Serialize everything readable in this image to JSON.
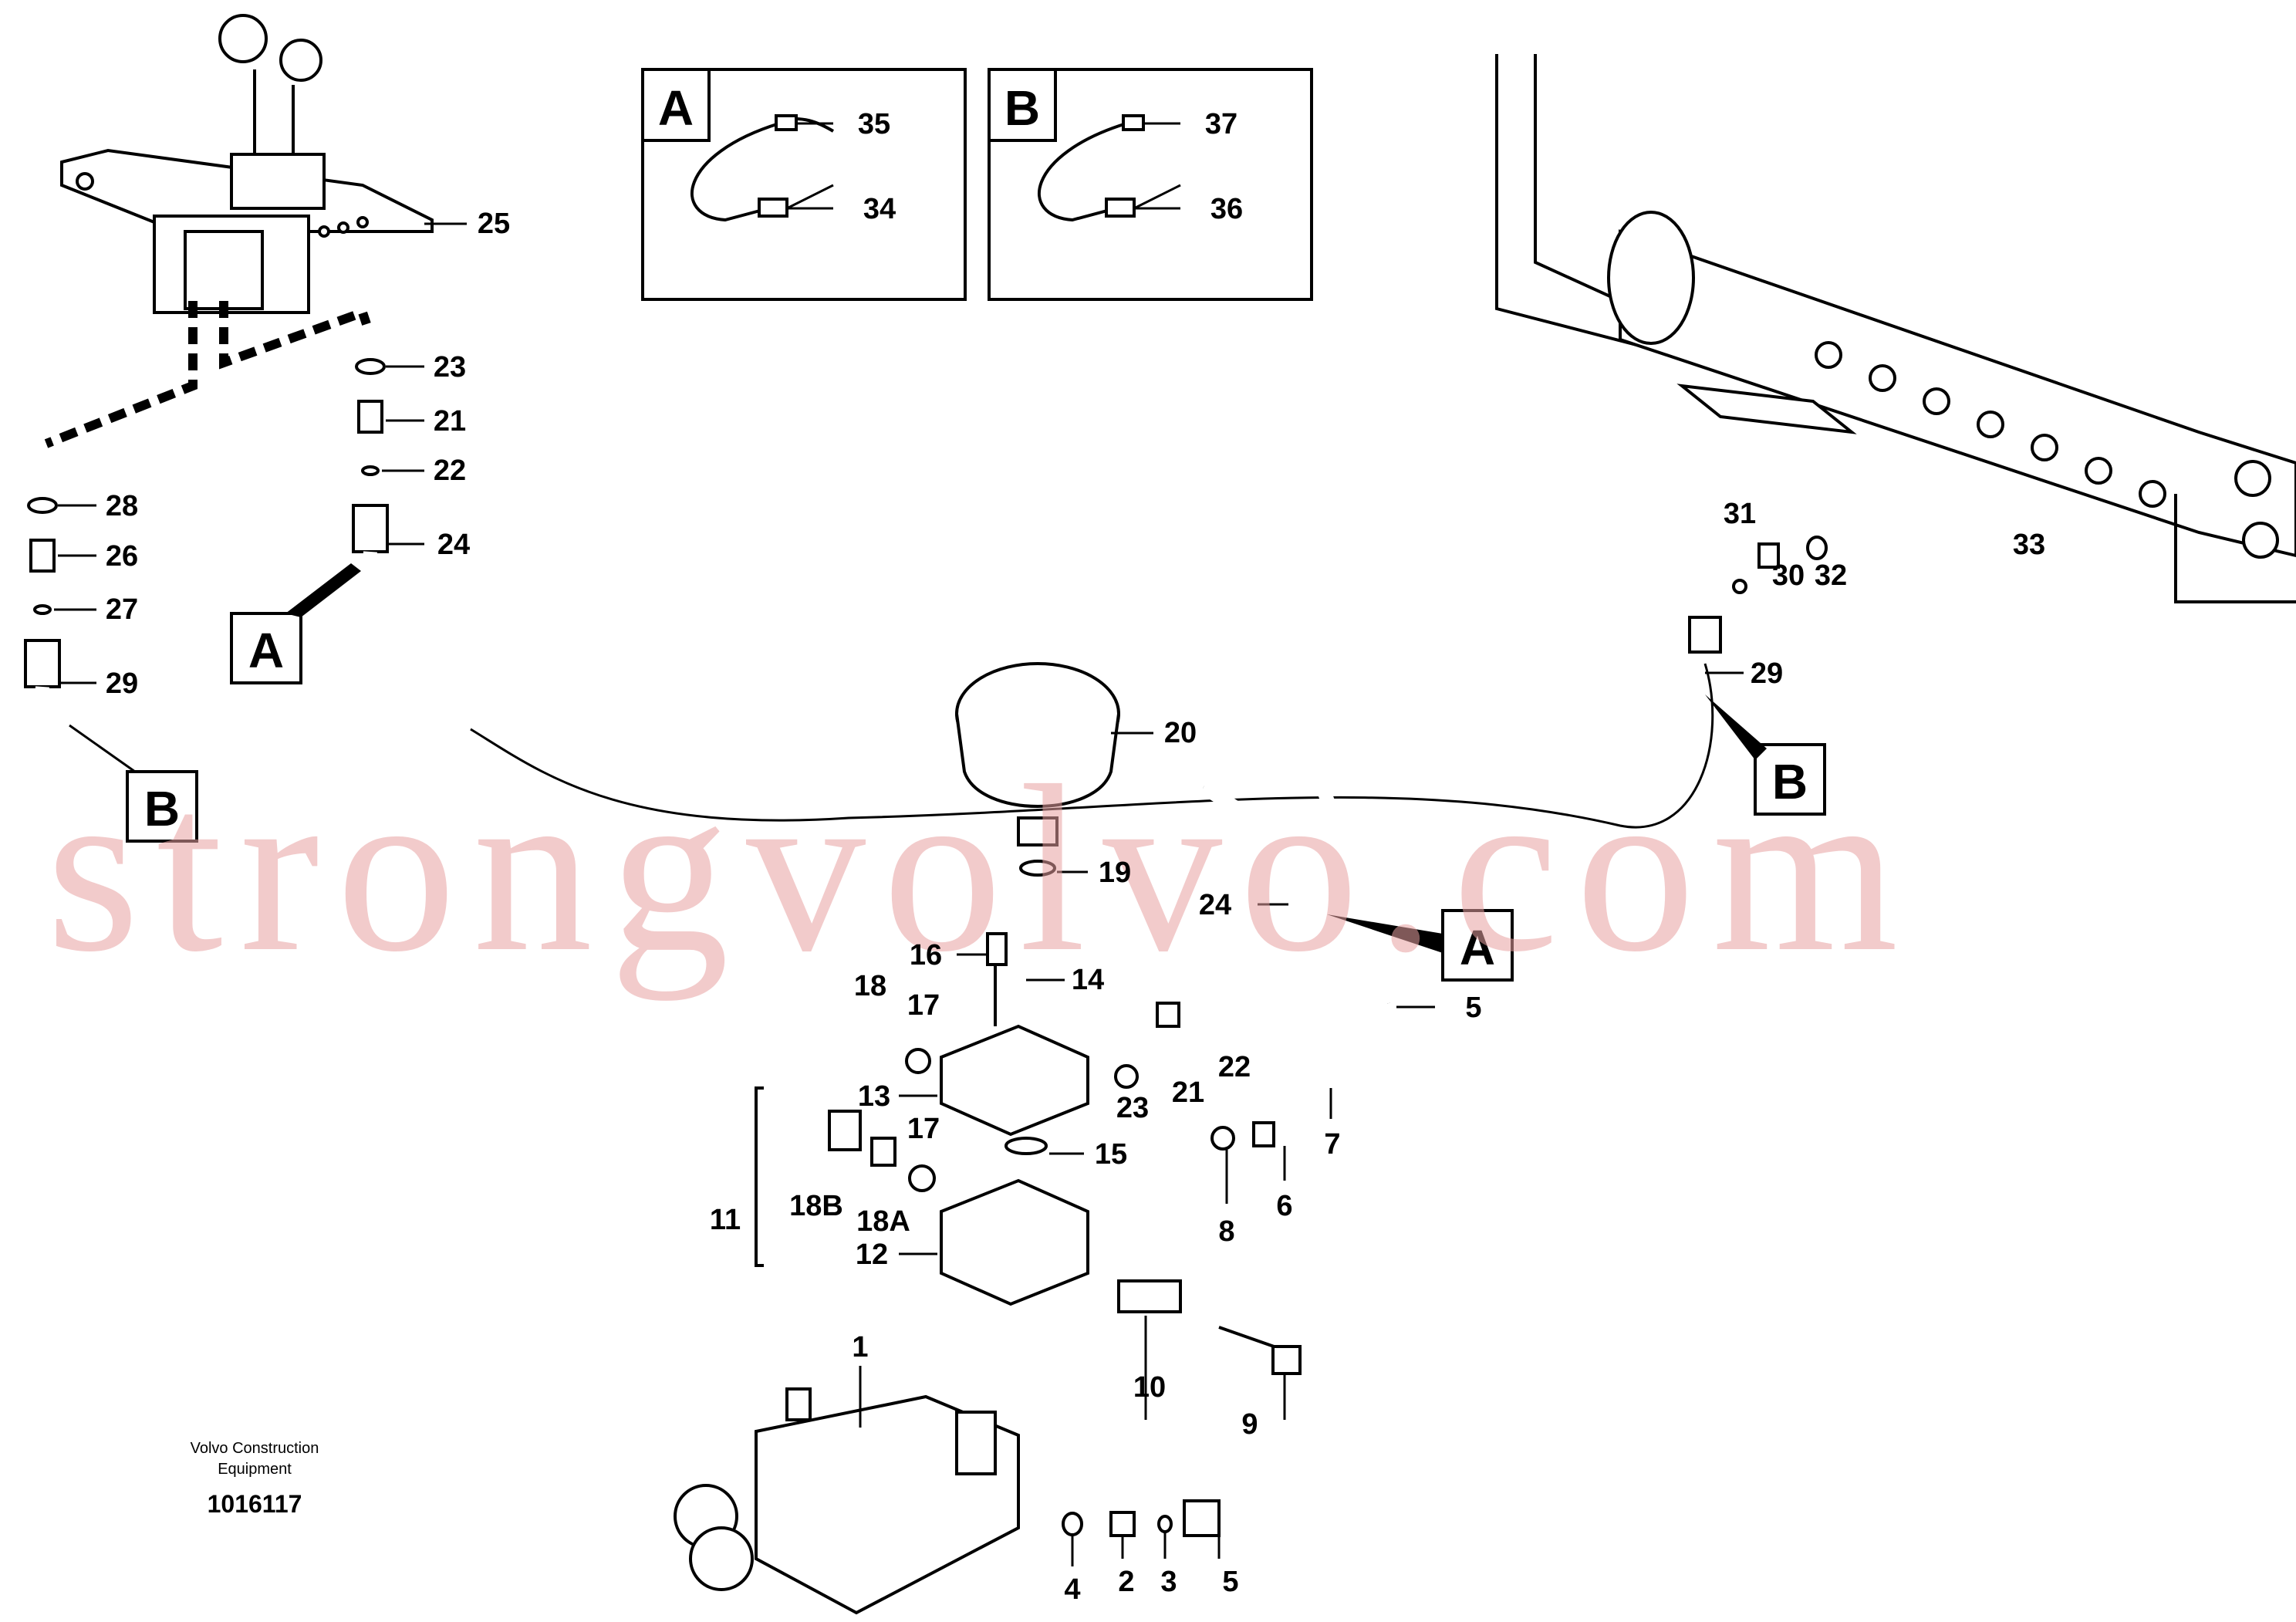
{
  "callouts": {
    "c1": "1",
    "c2": "2",
    "c3": "3",
    "c4": "4",
    "c5a": "5",
    "c5b": "5",
    "c6": "6",
    "c7": "7",
    "c8": "8",
    "c9": "9",
    "c10": "10",
    "c11": "11",
    "c12": "12",
    "c13": "13",
    "c14": "14",
    "c15": "15",
    "c16": "16",
    "c17a": "17",
    "c17b": "17",
    "c18": "18",
    "c18a": "18A",
    "c18b": "18B",
    "c19": "19",
    "c20": "20",
    "c21a": "21",
    "c21b": "21",
    "c22a": "22",
    "c22b": "22",
    "c23a": "23",
    "c23b": "23",
    "c24a": "24",
    "c24b": "24",
    "c25": "25",
    "c26": "26",
    "c27": "27",
    "c28": "28",
    "c29a": "29",
    "c29b": "29",
    "c30": "30",
    "c31": "31",
    "c32": "32",
    "c33": "33",
    "c34": "34",
    "c35": "35",
    "c36": "36",
    "c37": "37"
  },
  "boxes": {
    "detailA": "A",
    "detailB": "B",
    "refA1": "A",
    "refA2": "A",
    "refB1": "B",
    "refB2": "B"
  },
  "footer": {
    "company_line1": "Volvo Construction",
    "company_line2": "Equipment",
    "drawing_number": "1016117"
  },
  "watermark": "strongvolvo.com"
}
